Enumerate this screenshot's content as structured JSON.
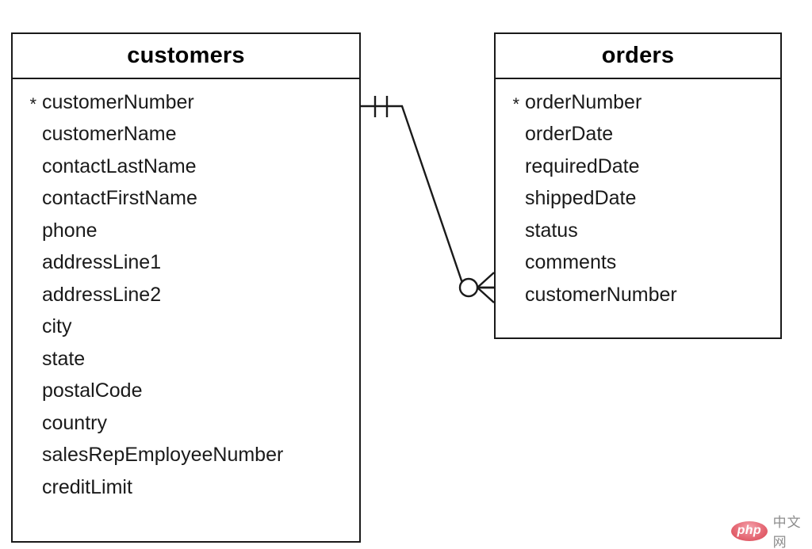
{
  "diagram": {
    "type": "entity-relationship-diagram",
    "notation": "crow's foot",
    "background_color": "#ffffff",
    "line_color": "#1a1a1a",
    "primary_key_marker": "*"
  },
  "entities": [
    {
      "name": "customers",
      "title": "customers",
      "attributes": [
        {
          "key": "*",
          "name": "customerNumber"
        },
        {
          "key": "",
          "name": "customerName"
        },
        {
          "key": "",
          "name": "contactLastName"
        },
        {
          "key": "",
          "name": "contactFirstName"
        },
        {
          "key": "",
          "name": "phone"
        },
        {
          "key": "",
          "name": "addressLine1"
        },
        {
          "key": "",
          "name": "addressLine2"
        },
        {
          "key": "",
          "name": "city"
        },
        {
          "key": "",
          "name": "state"
        },
        {
          "key": "",
          "name": "postalCode"
        },
        {
          "key": "",
          "name": "country"
        },
        {
          "key": "",
          "name": "salesRepEmployeeNumber"
        },
        {
          "key": "",
          "name": "creditLimit"
        }
      ]
    },
    {
      "name": "orders",
      "title": "orders",
      "attributes": [
        {
          "key": "*",
          "name": "orderNumber"
        },
        {
          "key": "",
          "name": "orderDate"
        },
        {
          "key": "",
          "name": "requiredDate"
        },
        {
          "key": "",
          "name": "shippedDate"
        },
        {
          "key": "",
          "name": "status"
        },
        {
          "key": "",
          "name": "comments"
        },
        {
          "key": "",
          "name": "customerNumber"
        }
      ]
    }
  ],
  "relationship": {
    "from_entity": "customers",
    "to_entity": "orders",
    "from_cardinality": "one-and-only-one",
    "to_cardinality": "zero-or-many",
    "from_symbol": "double-tick",
    "to_symbol": "circle-crowsfoot"
  },
  "watermark": {
    "logo_text": "php",
    "site_text": "中文网",
    "logo_color": "#d8434f",
    "site_color": "#8d8d8d"
  }
}
